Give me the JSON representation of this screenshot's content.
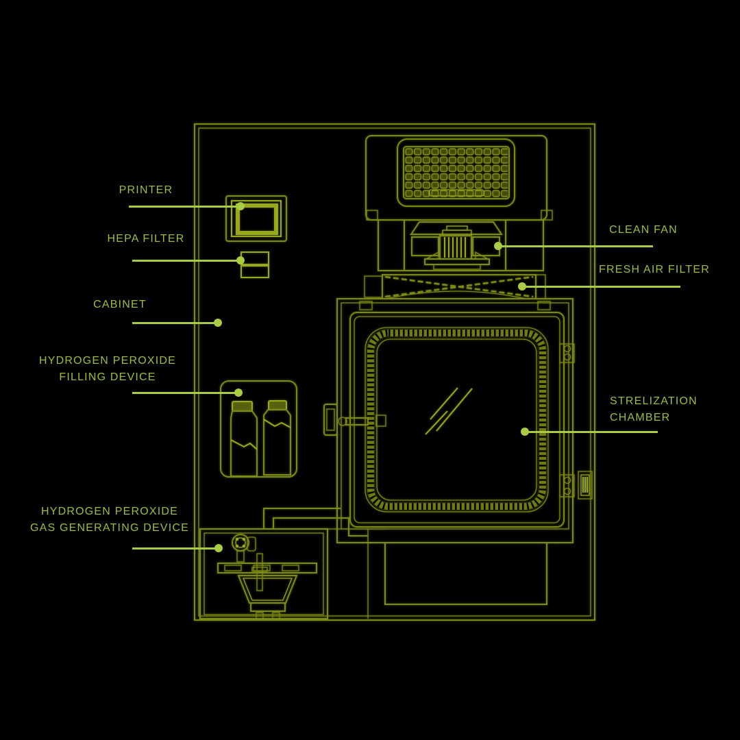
{
  "colors": {
    "background": "#000000",
    "line": "#7d8b12",
    "line_bright": "#9aa91c",
    "label_text": "#9fbe3b",
    "leader": "#a9cc44"
  },
  "labels": {
    "printer": {
      "text": "PRINTER"
    },
    "hepa_filter": {
      "text": "HEPA FILTER"
    },
    "cabinet": {
      "text": "CABINET"
    },
    "h2o2_filling": {
      "line1": "HYDROGEN PEROXIDE",
      "line2": "FILLING DEVICE"
    },
    "h2o2_gas": {
      "line1": "HYDROGEN PEROXIDE",
      "line2": "GAS GENERATING DEVICE"
    },
    "clean_fan": {
      "text": "CLEAN FAN"
    },
    "fresh_air_filter": {
      "text": "FRESH AIR FILTER"
    },
    "sterilization_chamber": {
      "line1": "STRELIZATION",
      "line2": "CHAMBER"
    }
  }
}
